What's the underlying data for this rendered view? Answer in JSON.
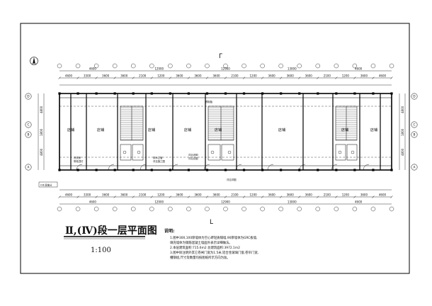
{
  "title": "Ⅱ,(Ⅳ)段一层平面图",
  "scale": "1:100",
  "section_mark_top": "Γ",
  "section_mark_bottom": "L",
  "left_tag": "Ⅱ Ⅲ 段轴分",
  "rooms": [
    "店铺",
    "店铺",
    "店铺",
    "店铺",
    "店铺",
    "店铺",
    "店铺",
    "店铺"
  ],
  "room_notes": [
    "洗衣房",
    "带吸顶灯",
    "排水立管",
    "详见施工图",
    "详见说明",
    "详见总图",
    "预制板",
    "详见详图"
  ],
  "axis_rows": [
    "A",
    "B",
    "C",
    "D"
  ],
  "dims_top": [
    "4600",
    "3300",
    "3600",
    "3600",
    "2100",
    "1200",
    "3600",
    "3600",
    "3600",
    "2100",
    "1200",
    "3600",
    "3600",
    "3600",
    "2100",
    "1200",
    "3600",
    "4600"
  ],
  "dims_top_total": [
    "4600",
    "12900",
    "12900",
    "13000",
    "4600"
  ],
  "dims_bottom": [
    "4600",
    "3300",
    "3600",
    "3600",
    "2100",
    "1200",
    "3600",
    "3600",
    "3600",
    "2100",
    "1200",
    "3600",
    "3600",
    "3600",
    "2100",
    "1200",
    "3600",
    "4600"
  ],
  "dims_bottom_total": [
    "4600",
    "12900",
    "12900",
    "13000",
    "4600"
  ],
  "dims_left": [
    "4800",
    "1800",
    "4800"
  ],
  "dims_right": [
    "4800",
    "1800",
    "4800"
  ],
  "notes_heading": "说明:",
  "notes": [
    "1.图中300,100厚墙体为空心砖轻质隔墙,90厚墙体为GRC板墙,",
    "  填充墙体为钢筋混凝土墙面外表示详细做法。",
    "2.本层建筑面积:715.6m2 总建筑面积:3972.1m2",
    "3.图中除注明外其它卷闸门宽为1.5米,铝合金玻璃门窗,卷帘门宽,",
    "  槽钢组,尺寸及数量均按图纸所示方向为准。"
  ]
}
